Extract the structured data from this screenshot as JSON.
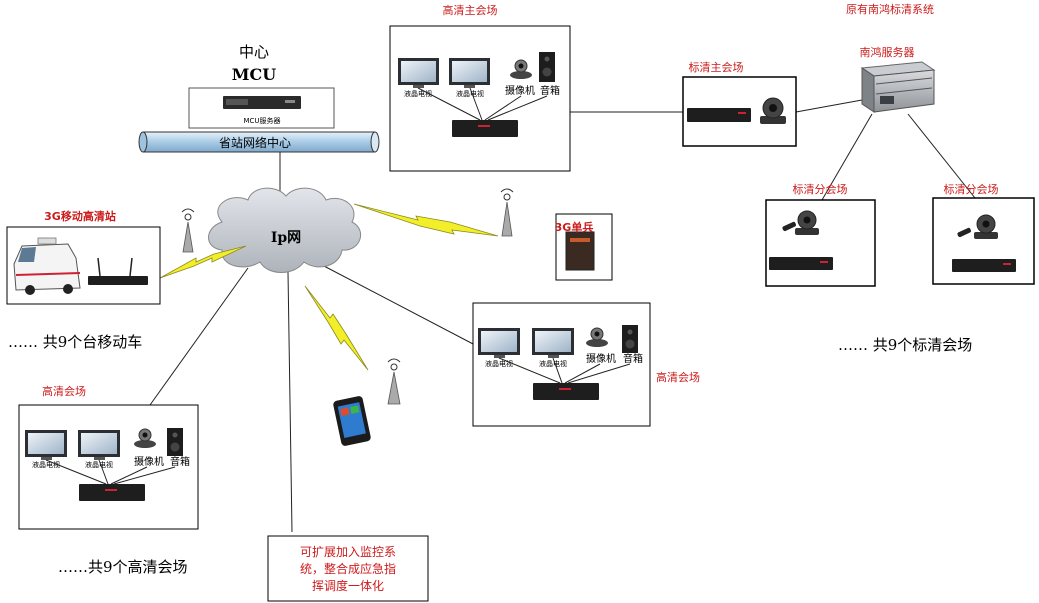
{
  "colors": {
    "red_label": "#cc1b1b",
    "box_border": "#000000",
    "line": "#222222",
    "bolt": "#f2ee2a",
    "cloud": "#c7cbd2",
    "pipe": "#b8d6ec"
  },
  "center": {
    "title": "中心",
    "mcu": "MCU",
    "server_label": "MCU服务器",
    "network_center": "省站网络中心"
  },
  "hd_main": {
    "title": "高清主会场",
    "tv1": "液晶电视",
    "tv2": "液晶电视",
    "camera": "摄像机",
    "speaker": "音箱"
  },
  "legacy": {
    "title": "原有南鸿标清系统",
    "server": "南鸿服务器"
  },
  "sd_main": {
    "title": "标清主会场"
  },
  "sd_branch_left": {
    "title": "标清分会场"
  },
  "sd_branch_right": {
    "title": "标清分会场"
  },
  "sd_count": "…… 共9个标清会场",
  "mobile": {
    "title": "3G移动高清站",
    "count": "…… 共9个台移动车"
  },
  "cloud": {
    "label": "Ip网"
  },
  "single_soldier": {
    "label": "3G单兵"
  },
  "hd_right": {
    "title": "高清会场",
    "tv1": "液晶电视",
    "tv2": "液晶电视",
    "camera": "摄像机",
    "speaker": "音箱"
  },
  "hd_left": {
    "title": "高清会场",
    "tv1": "液晶电视",
    "tv2": "液晶电视",
    "camera": "摄像机",
    "speaker": "音箱"
  },
  "hd_count": "……共9个高清会场",
  "note": {
    "line1": "可扩展加入监控系",
    "line2": "统，整合成应急指",
    "line3": "挥调度一体化"
  }
}
